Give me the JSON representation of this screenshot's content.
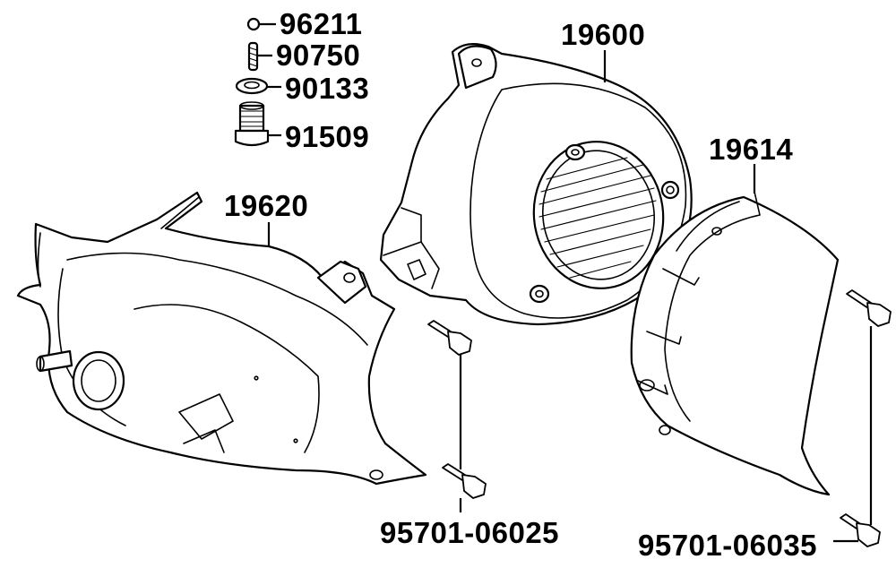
{
  "parts": [
    {
      "id": "96211",
      "label": "96211"
    },
    {
      "id": "90750",
      "label": "90750"
    },
    {
      "id": "90133",
      "label": "90133"
    },
    {
      "id": "91509",
      "label": "91509"
    },
    {
      "id": "19600",
      "label": "19600"
    },
    {
      "id": "19614",
      "label": "19614"
    },
    {
      "id": "19620",
      "label": "19620"
    },
    {
      "id": "95701-06025",
      "label": "95701-06025"
    },
    {
      "id": "95701-06035",
      "label": "95701-06035"
    }
  ],
  "colors": {
    "line": "#000000",
    "background": "#ffffff"
  }
}
